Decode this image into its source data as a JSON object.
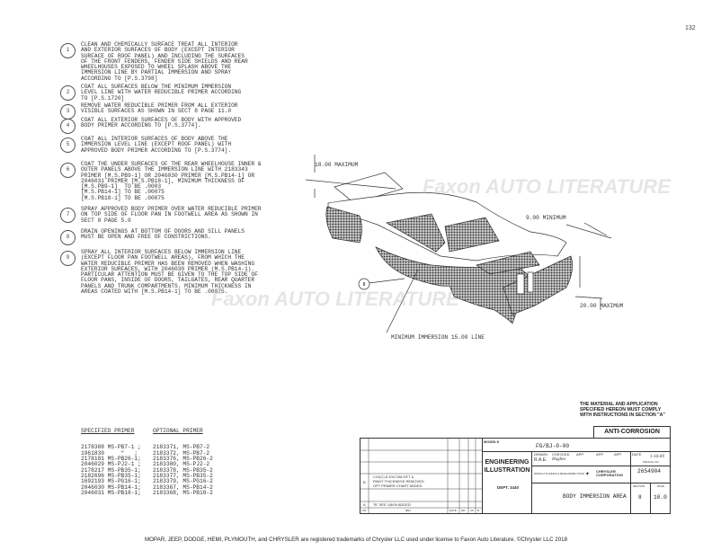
{
  "page_number": "132",
  "notes": [
    {
      "num": "1",
      "text": "CLEAN AND CHEMICALLY SURFACE TREAT ALL INTERIOR\nAND EXTERIOR SURFACES OF BODY (EXCEPT INTERIOR\nSURFACE OF ROOF PANEL) AND INCLUDING THE SURFACES\nOF THE FRONT FENDERS, FENDER SIDE SHIELDS AND REAR\nWHEELHOUSES EXPOSED TO WHEEL SPLASH ABOVE THE\nIMMERSION LINE BY PARTIAL IMMERSION AND SPRAY\nACCORDING TO [P.S.3798]"
    },
    {
      "num": "2",
      "text": "COAT ALL SURFACES BELOW THE MINIMUM IMMERSION\nLEVEL LINE WITH WATER REDUCIBLE PRIMER ACCORDING\nTO [P.S.1720]"
    },
    {
      "num": "3",
      "text": "REMOVE WATER REDUCIBLE PRIMER FROM ALL EXTERIOR\nVISIBLE SURFACES AS SHOWN IN SECT 8 PAGE 11.0"
    },
    {
      "num": "4",
      "text": "COAT ALL EXTERIOR SURFACES OF BODY WITH APPROVED\nBODY PRIMER ACCORDING TO [P.S.3774]."
    },
    {
      "num": "5",
      "text": "COAT ALL INTERIOR SURFACES OF BODY ABOVE THE\nIMMERSION LEVEL LINE (EXCEPT ROOF PANEL) WITH\nAPPROVED BODY PRIMER ACCORDING TO [P.S.3774]."
    },
    {
      "num": "6",
      "text": "COAT THE UNDER SURFACES OF THE REAR WHEELHOUSE INNER &\nOUTER PANELS ABOVE THE IMMERSION LINE WITH 2183343\nPRIMER [M.S.PB9-1] OR 2046030 PRIMER [M.S.PB14-1] OR\n2046031 PRIMER [M.S.PB18-1], MINIMUM THICKNESS OF\n[M.S.PB9-1]  TO BE .0003\n[M.S.PB14-1] TO BE .00075\n[M.S.PB18-1] TO BE .00075"
    },
    {
      "num": "7",
      "text": "SPRAY APPROVED BODY PRIMER OVER WATER REDUCIBLE PRIMER\nON TOP SIDE OF FLOOR PAN IN FOOTWELL AREA AS SHOWN IN\nSECT 8 PAGE 5.0"
    },
    {
      "num": "8",
      "text": "DRAIN OPENINGS AT BOTTOM OF DOORS AND SILL PANELS\nMUST BE OPEN AND FREE OF CONSTRICTIONS."
    },
    {
      "num": "9",
      "text": "SPRAY ALL INTERIOR SURFACES BELOW IMMERSION LINE\n(EXCEPT FLOOR PAN FOOTWELL AREAS), FROM WHICH THE\nWATER REDUCIBLE PRIMER HAS BEEN REMOVED WHEN WASHING\nEXTERIOR SURFACES, WITH 2046030 PRIMER (M.S.PB14-1).\nPARTICULAR ATTENTION MUST BE GIVEN TO THE TOP SIDE OF\nFLOOR PANS, INSIDE OF DOORS, TAILGATES, REAR QUARTER\nPANELS AND TRUNK COMPARTMENTS. MINIMUM THICKNESS IN\nAREAS COATED WITH [M.S.PB14-1] TO BE .00075."
    }
  ],
  "primers": {
    "specified_header": "SPECIFIED PRIMER",
    "optional_header": "OPTIONAL PRIMER",
    "specified": [
      "2178388 MS-PB7-1 ;",
      "1961839     \"   ;",
      "2178181 MS-PB26-1;",
      "2046029 MS-PJ2-1 ;",
      "2178217 MS-PB35-1;",
      "2182696 MS-PB35-1;",
      "1692193 MS-PG16-1;",
      "2046030 MS-PB14-1;",
      "2046031 MS-PB18-1;"
    ],
    "optional": [
      "2183371, MS-PB7-2",
      "2183372, MS-PB7-2",
      "2183376, MS-PB26-2",
      "2183380, MS-PJ2-2",
      "2183378, MS-PB35-2",
      "2183377, MS-PB35-2",
      "2183379, MS-PG16-2",
      "2183367, MS-PB14-2",
      "2183368, MS-PB18-2"
    ]
  },
  "drawing": {
    "dim_top": "18.00 MAXIMUM",
    "dim_right": "9.00 MINIMUM",
    "dim_bottom_right": "20.00 MAXIMUM",
    "immersion_line": "MINIMUM IMMERSION 15.00 LINE",
    "callout": "8"
  },
  "compliance_note": "THE MATERIAL AND APPLICATION\nSPECIFIED HEREON MUST COMPLY\nWITH INSTRUCTIONS IN SECTION \"A\"",
  "title_block": {
    "category": "ANTI-CORROSION",
    "models_label": "MODELS",
    "models": "FG/BJ-0-00",
    "eng_illustration": "ENGINEERING\nILLUSTRATION",
    "dept": "DEPT. 3440",
    "drawn_label": "DRAWN",
    "drawn": "R.A.E.",
    "checked_label": "CHECKED",
    "checked": "Hughes",
    "app_label": "APP.",
    "dept_line": "PRODUCT PLANNING & DEVELOPMENT STAFF",
    "brand": "CHRYSLER\nCORPORATION",
    "date_label": "DATE",
    "date": "1-16-69",
    "manual_label": "MANUAL NO.",
    "manual": "2654904",
    "title": "BODY IMMERSION AREA",
    "section_label": "SECTION",
    "section": "8",
    "page_label": "PAGE",
    "page": "10.0",
    "revisions": [
      {
        "ltr": "B",
        "desc": "C/O(C) 8 2047186 DFT &\nPAINT THICKNESS REMOVED\nOPT PRIMER CHART ADDED"
      },
      {
        "ltr": "A",
        "desc": "\"B\" SEE 1/8/09 ADDED"
      }
    ],
    "rev_headers": [
      "LTR",
      "REV",
      "DATE",
      "DR",
      "CK",
      "B"
    ]
  },
  "footer": "MOPAR, JEEP, DODGE, HEMI, PLYMOUTH, and CHRYSLER are registered trademarks of Chrysler LLC used under license to Faxon Auto Literature. ©Chrysler LLC 2018",
  "watermark": "Faxon AUTO LITERATURE"
}
